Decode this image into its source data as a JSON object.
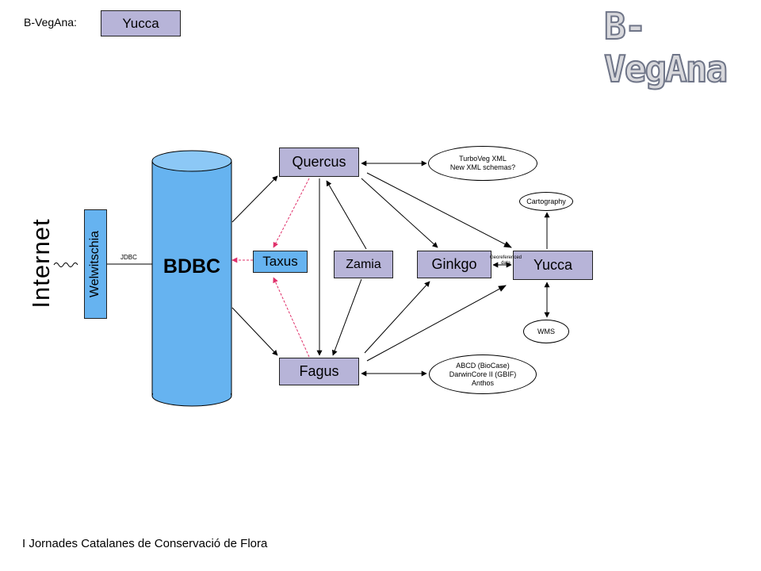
{
  "header": {
    "label": "B-VegAna:",
    "box": "Yucca"
  },
  "logo": {
    "text": "B-VegAna"
  },
  "left": {
    "internet": "Internet",
    "welwitschia": "Welwitschia",
    "jdbc": "JDBC"
  },
  "database": {
    "label": "BDBC"
  },
  "nodes": {
    "quercus": "Quercus",
    "taxus": "Taxus",
    "zamia": "Zamia",
    "ginkgo": "Ginkgo",
    "yucca": "Yucca",
    "fagus": "Fagus"
  },
  "ellipses": {
    "turboveg": [
      "TurboVeg XML",
      "New XML schemas?"
    ],
    "cartography": "Cartography",
    "wms": "WMS",
    "abcd": [
      "ABCD (BioCase)",
      "DarwinCore II (GBIF)",
      "Anthos"
    ]
  },
  "georef": [
    "Georeferenced",
    "data"
  ],
  "footer": "I Jornades Catalanes de Conservació de Flora",
  "colors": {
    "lilac": "#b7b4d8",
    "blue": "#66b3f0",
    "pink_arrow": "#e0306a"
  }
}
